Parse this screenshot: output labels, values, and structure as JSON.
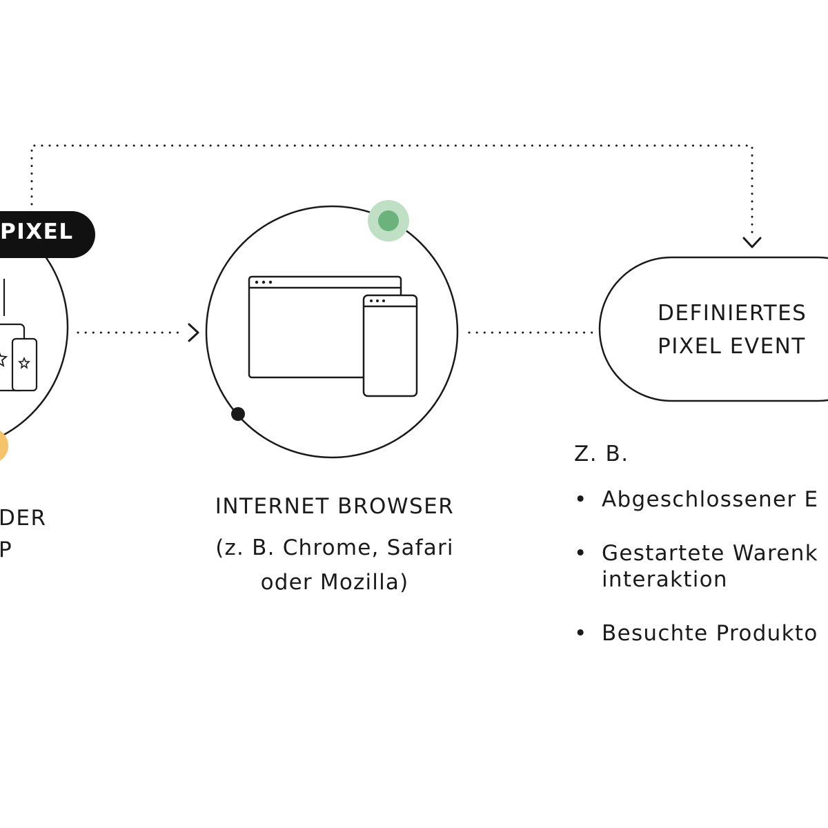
{
  "badge": {
    "label": "PIXEL"
  },
  "left_node": {
    "caption_line1": "DER",
    "caption_line2": "P"
  },
  "browser_node": {
    "title": "INTERNET BROWSER",
    "subtitle_line1": "(z. B. Chrome, Safari",
    "subtitle_line2": "oder Mozilla)"
  },
  "event_node": {
    "line1": "DEFINIERTES",
    "line2": "PIXEL EVENT"
  },
  "examples": {
    "heading": "Z. B.",
    "items": [
      {
        "line1": "Abgeschlossener E",
        "line2": ""
      },
      {
        "line1": "Gestartete Warenk",
        "line2": "interaktion"
      },
      {
        "line1": "Besuchte Produkto",
        "line2": ""
      }
    ]
  },
  "colors": {
    "stroke": "#1a1a1a",
    "green_halo": "#bfe0c4",
    "green_dot": "#6bb27c",
    "orange_halo": "#f6c26a",
    "badge_bg": "#111111"
  }
}
